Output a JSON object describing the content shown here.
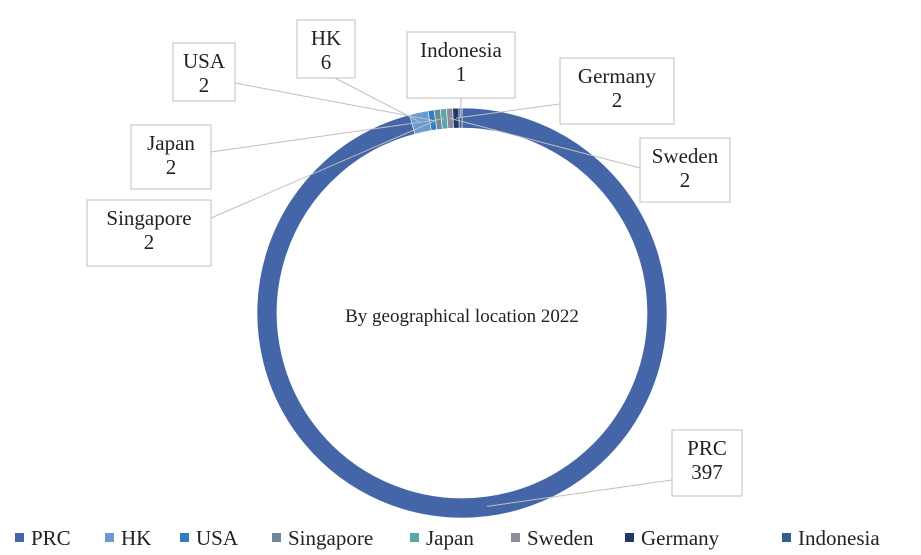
{
  "chart_data": {
    "type": "pie",
    "variant": "donut",
    "center_label": "By geographical location 2022",
    "categories": [
      "PRC",
      "HK",
      "USA",
      "Singapore",
      "Japan",
      "Sweden",
      "Germany",
      "Indonesia"
    ],
    "values": [
      397,
      6,
      2,
      2,
      2,
      2,
      2,
      1
    ],
    "colors": [
      "#4466a8",
      "#6a9bd3",
      "#2f7fc1",
      "#6f8799",
      "#5aa6a8",
      "#8c8c9c",
      "#1f3a6a",
      "#2f5f8f"
    ],
    "legend_position": "bottom",
    "data_labels_show": [
      "category",
      "value"
    ]
  }
}
